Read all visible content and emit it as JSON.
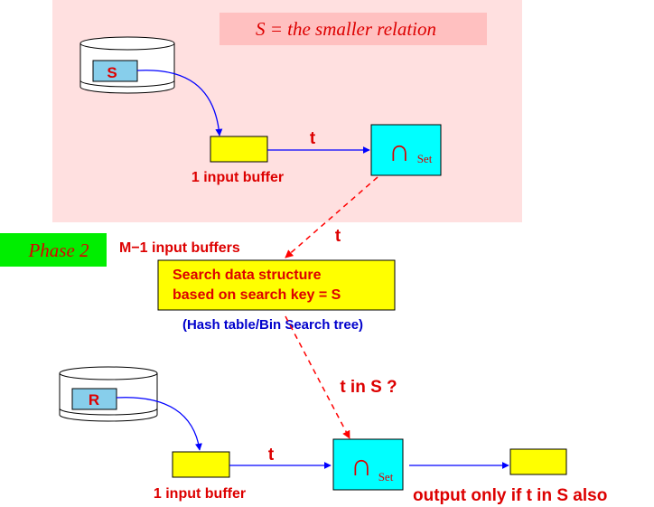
{
  "phase1": {
    "title": "S = the smaller relation",
    "relation_label": "S",
    "buffer_label": "1 input buffer",
    "edge_label": "t",
    "op_symbol": "∩",
    "op_subscript": "Set"
  },
  "phase2": {
    "badge": "Phase 2",
    "buffers_label": "M−1 input buffers",
    "probe_edge_label": "t",
    "structure_line1": "Search data structure",
    "structure_line2": "based on search key = S",
    "structure_caption": "(Hash table/Bin Search tree)",
    "membership_label": "t in S ?",
    "relation_label": "R",
    "buffer_label": "1 input buffer",
    "edge_label": "t",
    "op_symbol": "∩",
    "op_subscript": "Set",
    "output_label": "output only if t in S also"
  },
  "colors": {
    "phase1_bg": "#ffe0e0",
    "title_bg": "#ffc0c0",
    "phase_badge_bg": "#00ee00",
    "buffer_fill": "#ffff00",
    "op_fill": "#00ffff",
    "relation_label_fill": "#87ceeb",
    "red_text": "#dd0000",
    "blue_text": "#0000cc",
    "arrow_blue": "#0000ff",
    "arrow_red": "#ff0000"
  }
}
